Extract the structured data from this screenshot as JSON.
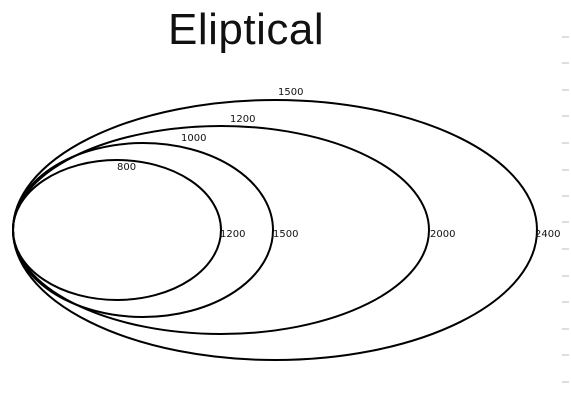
{
  "title": "Eliptical",
  "ellipses": [
    {
      "name": "ellipse-800-1200",
      "top_label": "800",
      "right_label": "1200"
    },
    {
      "name": "ellipse-1000-1500",
      "top_label": "1000",
      "right_label": "1500"
    },
    {
      "name": "ellipse-1200-2000",
      "top_label": "1200",
      "right_label": "2000"
    },
    {
      "name": "ellipse-1500-2400",
      "top_label": "1500",
      "right_label": "2400"
    }
  ]
}
